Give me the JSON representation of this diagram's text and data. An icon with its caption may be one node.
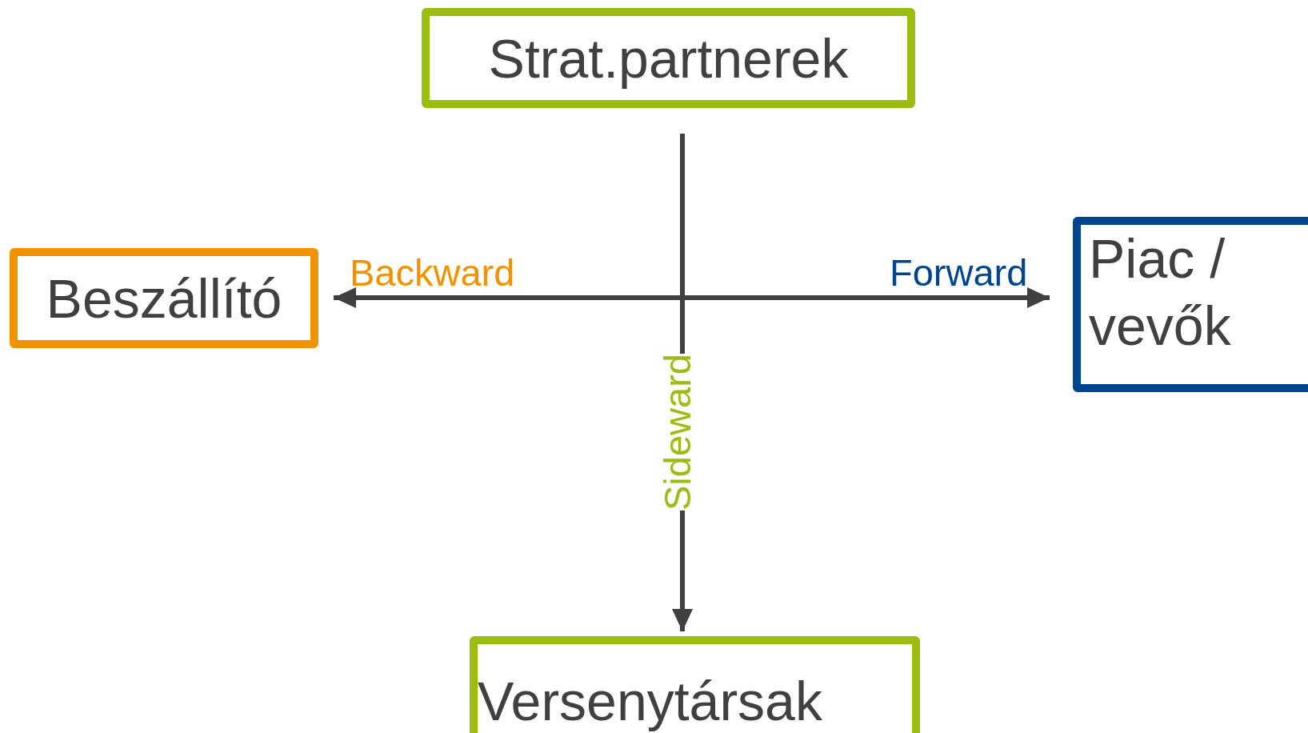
{
  "diagram": {
    "nodes": [
      {
        "text": [
          "Strat.partnerek"
        ]
      },
      {
        "text": [
          "Beszállító"
        ]
      },
      {
        "text": [
          "Piac / vevők"
        ]
      },
      {
        "text": [
          "Versenytársak"
        ]
      }
    ],
    "edges": [
      {
        "from": 0,
        "to": 3,
        "arrow": "to",
        "label": "Sideward"
      },
      {
        "from": null,
        "to": 1,
        "arrow": "to",
        "label": "Backward"
      },
      {
        "from": null,
        "to": 2,
        "arrow": "to",
        "label": "Forward"
      }
    ]
  }
}
